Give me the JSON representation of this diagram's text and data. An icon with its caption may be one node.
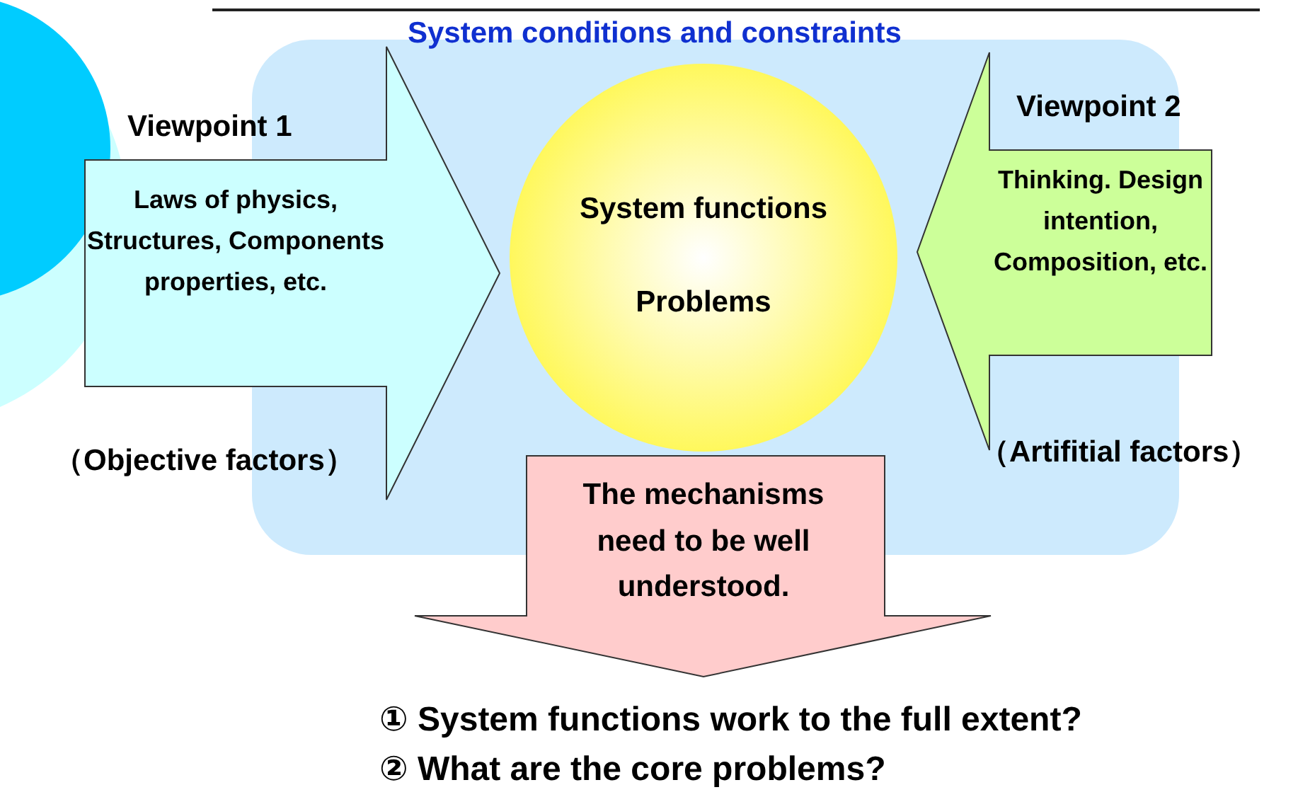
{
  "diagram": {
    "nodes": [
      {
        "text": [
          "System conditions and constraints"
        ]
      },
      {
        "text": [
          "Laws of physics, Structures, Components properties, etc."
        ],
        "beside": [
          "Viewpoint 1",
          "（Objective factors）"
        ]
      },
      {
        "text": [
          "System functions",
          "Problems"
        ],
        "in": 0
      },
      {
        "text": [
          "Thinking. Design intention, Composition, etc."
        ],
        "beside": [
          "Viewpoint 2",
          "（Artifitial factors）"
        ]
      },
      {
        "text": [
          "The mechanisms need to be well understood."
        ]
      }
    ],
    "labels": [
      "① System functions work to the full extent?",
      "② What are the core problems?"
    ]
  }
}
